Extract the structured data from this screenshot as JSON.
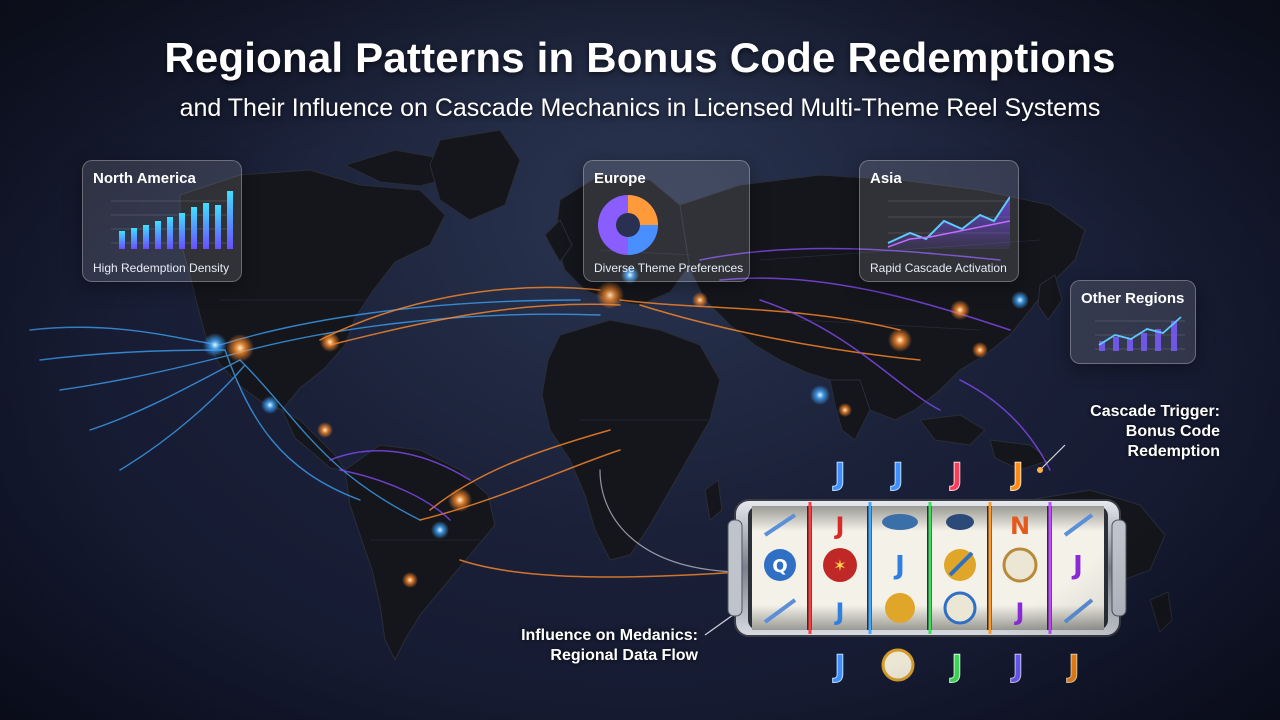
{
  "header": {
    "title": "Regional Patterns in Bonus Code Redemptions",
    "subtitle": "and Their Influence on Cascade Mechanics in Licensed Multi-Theme Reel Systems"
  },
  "cards": {
    "north_america": {
      "title": "North America",
      "caption": "High Redemption Density"
    },
    "europe": {
      "title": "Europe",
      "caption": "Diverse Theme Preferences"
    },
    "asia": {
      "title": "Asia",
      "caption": "Rapid Cascade Activation"
    },
    "other": {
      "title": "Other Regions"
    }
  },
  "callouts": {
    "cascade_trigger": [
      "Cascade Trigger:",
      "Bonus Code",
      "Redemption"
    ],
    "influence": [
      "Influence on Medanics:",
      "Regional Data Flow"
    ]
  },
  "reel": {
    "top_row": [
      "J",
      "J",
      "J",
      "J"
    ],
    "bottom_row": [
      "J",
      "compass",
      "J",
      "J",
      "J"
    ],
    "middle_letters": [
      "J",
      "J",
      "N",
      "J",
      "J",
      "J"
    ]
  },
  "colors": {
    "accent_blue": "#3fa8ff",
    "accent_orange": "#ff8a2a",
    "accent_purple": "#8a4dff",
    "land": "#15161c"
  }
}
